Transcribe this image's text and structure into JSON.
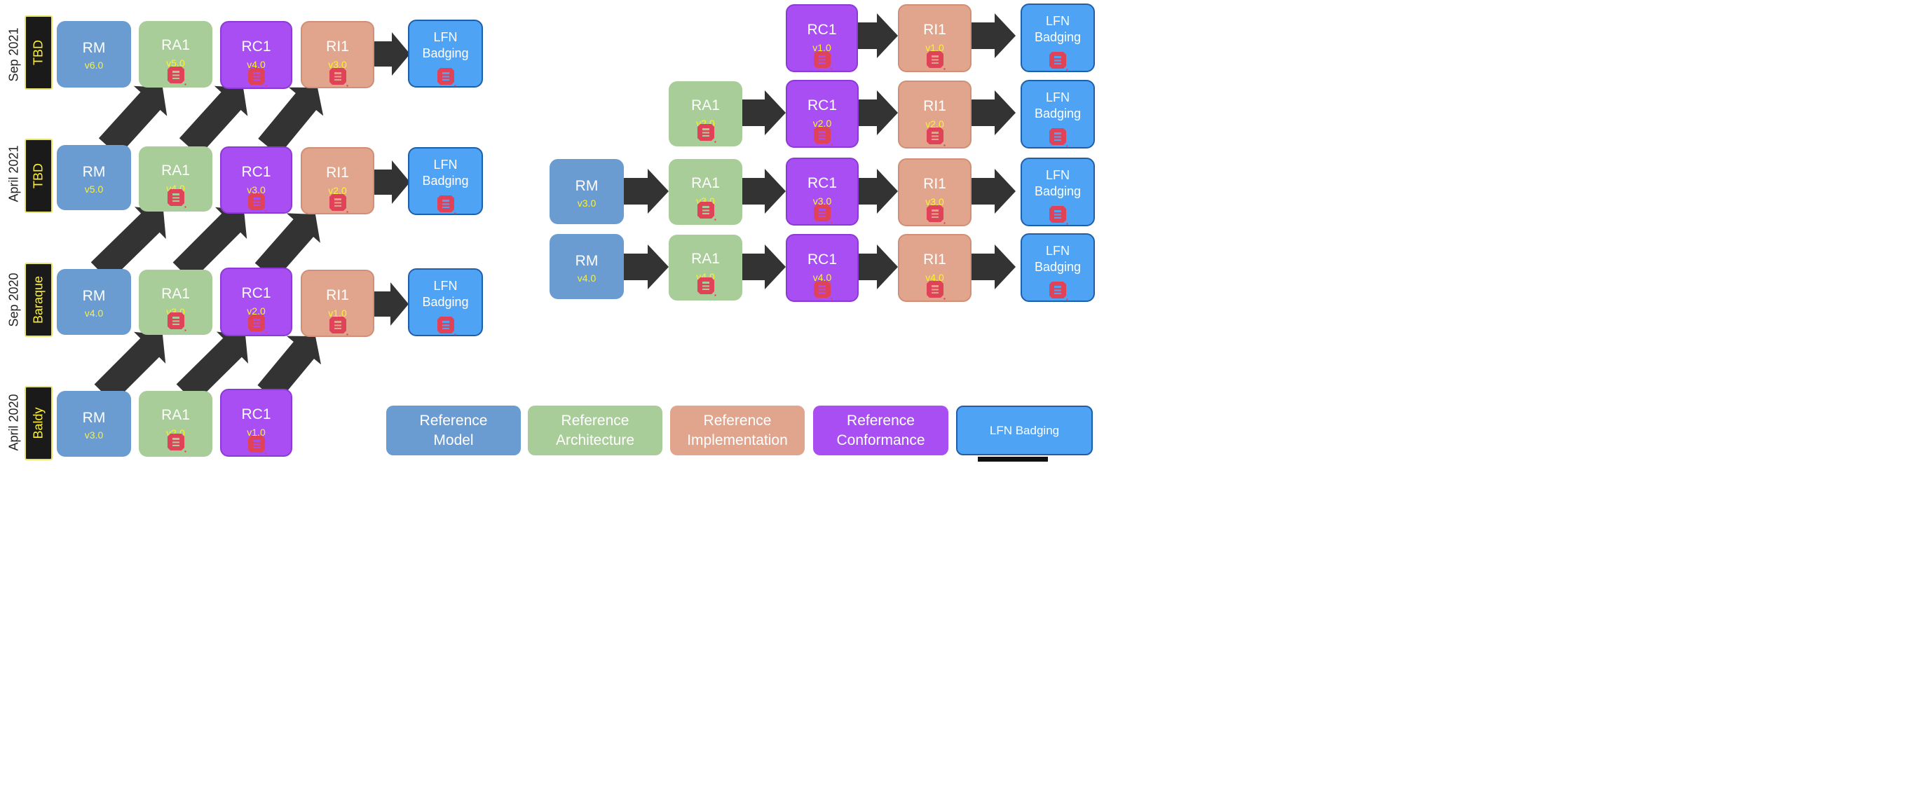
{
  "colors": {
    "reference_model": "#6a9bd1",
    "reference_architecture": "#a9cd98",
    "reference_conformance": "#a84ef2",
    "reference_implementation": "#e0a58c",
    "lfn_badging": "#4fa3f5",
    "arrow": "#333333",
    "version_text": "#fdf230",
    "release_label_bg": "#1a1a1a"
  },
  "timeline": [
    {
      "date": "Sep 2021",
      "release": "TBD"
    },
    {
      "date": "April 2021",
      "release": "TBD"
    },
    {
      "date": "Sep 2020",
      "release": "Baraque"
    },
    {
      "date": "April 2020",
      "release": "Baldy"
    }
  ],
  "left_rows": [
    {
      "rm": {
        "title": "RM",
        "version": "v6.0"
      },
      "ra": {
        "title": "RA1",
        "version": "v5.0"
      },
      "rc": {
        "title": "RC1",
        "version": "v4.0"
      },
      "ri": {
        "title": "RI1",
        "version": "v3.0"
      },
      "lfn": {
        "title": "LFN Badging"
      }
    },
    {
      "rm": {
        "title": "RM",
        "version": "v5.0"
      },
      "ra": {
        "title": "RA1",
        "version": "v4.0"
      },
      "rc": {
        "title": "RC1",
        "version": "v3.0"
      },
      "ri": {
        "title": "RI1",
        "version": "v2.0"
      },
      "lfn": {
        "title": "LFN Badging"
      }
    },
    {
      "rm": {
        "title": "RM",
        "version": "v4.0"
      },
      "ra": {
        "title": "RA1",
        "version": "v3.0"
      },
      "rc": {
        "title": "RC1",
        "version": "v2.0"
      },
      "ri": {
        "title": "RI1",
        "version": "v1.0"
      },
      "lfn": {
        "title": "LFN Badging"
      }
    },
    {
      "rm": {
        "title": "RM",
        "version": "v3.0"
      },
      "ra": {
        "title": "RA1",
        "version": "v2.0"
      },
      "rc": {
        "title": "RC1",
        "version": "v1.0"
      }
    }
  ],
  "right_rows": [
    {
      "rc": {
        "title": "RC1",
        "version": "v1.0"
      },
      "ri": {
        "title": "RI1",
        "version": "v1.0"
      },
      "lfn": {
        "title": "LFN Badging"
      }
    },
    {
      "ra": {
        "title": "RA1",
        "version": "v2.0"
      },
      "rc": {
        "title": "RC1",
        "version": "v2.0"
      },
      "ri": {
        "title": "RI1",
        "version": "v2.0"
      },
      "lfn": {
        "title": "LFN Badging"
      }
    },
    {
      "rm": {
        "title": "RM",
        "version": "v3.0"
      },
      "ra": {
        "title": "RA1",
        "version": "v3.0"
      },
      "rc": {
        "title": "RC1",
        "version": "v3.0"
      },
      "ri": {
        "title": "RI1",
        "version": "v3.0"
      },
      "lfn": {
        "title": "LFN Badging"
      }
    },
    {
      "rm": {
        "title": "RM",
        "version": "v4.0"
      },
      "ra": {
        "title": "RA1",
        "version": "v4.0"
      },
      "rc": {
        "title": "RC1",
        "version": "v4.0"
      },
      "ri": {
        "title": "RI1",
        "version": "v4.0"
      },
      "lfn": {
        "title": "LFN Badging"
      }
    }
  ],
  "legend": [
    {
      "key": "rm",
      "label": "Reference Model"
    },
    {
      "key": "ra",
      "label": "Reference Architecture"
    },
    {
      "key": "ri",
      "label": "Reference Implementation"
    },
    {
      "key": "rc",
      "label": "Reference Conformance"
    },
    {
      "key": "lfn",
      "label": "LFN Badging"
    }
  ]
}
